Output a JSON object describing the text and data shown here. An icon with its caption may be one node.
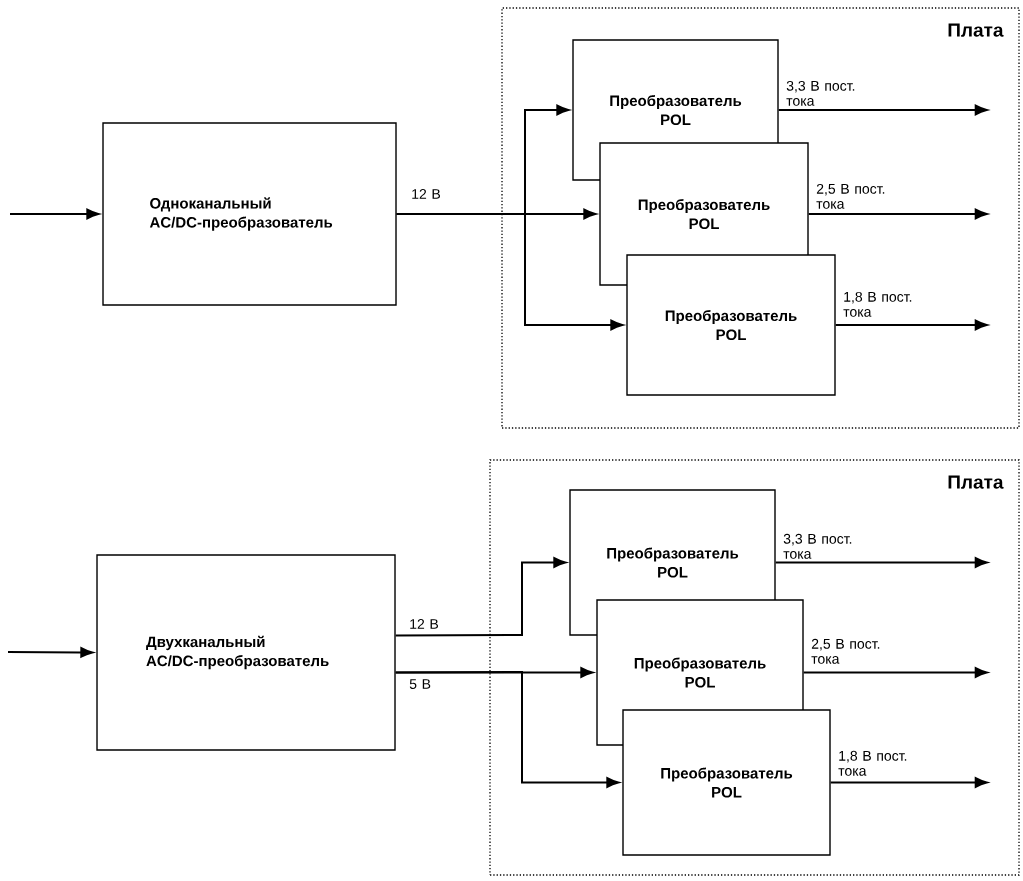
{
  "diagram": {
    "nodes": [
      {
        "text": [
          "Плата"
        ]
      },
      {
        "text": [
          "Одноканальный AC/DC-преобразователь"
        ]
      },
      {
        "text": [
          "Преобразователь POL"
        ],
        "in": 0
      },
      {
        "text": [
          "Преобразователь POL"
        ],
        "in": 0
      },
      {
        "text": [
          "Преобразователь POL"
        ],
        "in": 0
      },
      {
        "text": [
          "Плата"
        ]
      },
      {
        "text": [
          "Двухканальный AC/DC-преобразователь"
        ]
      },
      {
        "text": [
          "Преобразователь POL"
        ],
        "in": 5
      },
      {
        "text": [
          "Преобразователь POL"
        ],
        "in": 5
      },
      {
        "text": [
          "Преобразователь POL"
        ],
        "in": 5
      }
    ],
    "edges": [
      {
        "from": null,
        "to": 1,
        "arrow": "to"
      },
      {
        "from": 1,
        "to": 2,
        "arrow": "to"
      },
      {
        "from": 1,
        "to": 3,
        "arrow": "to",
        "label": "12 В"
      },
      {
        "from": 1,
        "to": 4,
        "arrow": "to"
      },
      {
        "from": 2,
        "to": null,
        "arrow": "to",
        "label": "3,3 В пост. тока"
      },
      {
        "from": 3,
        "to": null,
        "arrow": "to",
        "label": "2,5 В пост. тока"
      },
      {
        "from": 4,
        "to": null,
        "arrow": "to",
        "label": "1,8 В пост. тока"
      },
      {
        "from": null,
        "to": 6,
        "arrow": "to"
      },
      {
        "from": 6,
        "to": 7,
        "arrow": "to",
        "label": "12 В"
      },
      {
        "from": 6,
        "to": 8,
        "arrow": "to",
        "label": "5 В"
      },
      {
        "from": 6,
        "to": 9,
        "arrow": "to"
      },
      {
        "from": 7,
        "to": null,
        "arrow": "to",
        "label": "3,3 В пост. тока"
      },
      {
        "from": 8,
        "to": null,
        "arrow": "to",
        "label": "2,5 В пост. тока"
      },
      {
        "from": 9,
        "to": null,
        "arrow": "to",
        "label": "1,8 В пост. тока"
      }
    ]
  }
}
